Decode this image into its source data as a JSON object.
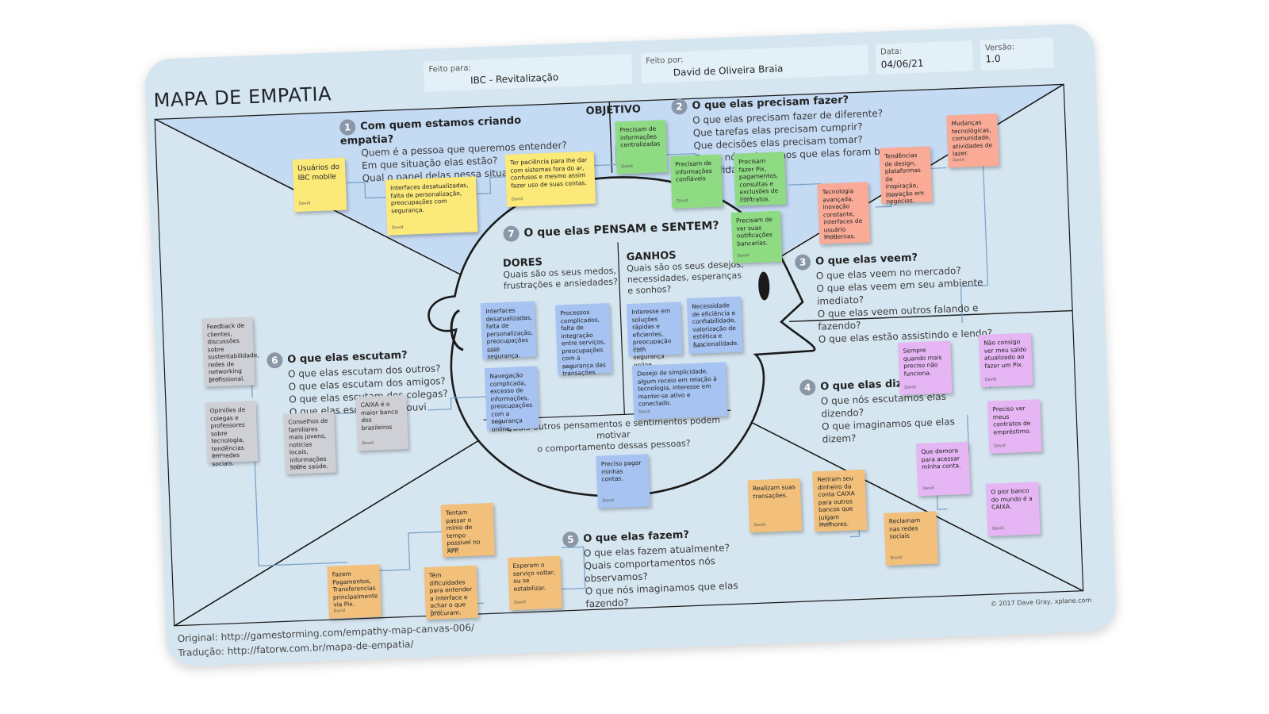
{
  "header": {
    "title": "MAPA DE EMPATIA",
    "feito_para_label": "Feito para:",
    "feito_para": "IBC - Revitalização",
    "feito_por_label": "Feito por:",
    "feito_por": "David de Oliveira Braia",
    "data_label": "Data:",
    "data": "04/06/21",
    "versao_label": "Versão:",
    "versao": "1.0"
  },
  "objetivo": "OBJETIVO",
  "sections": {
    "s1": {
      "num": "1",
      "title": "Com quem estamos criando empatia?",
      "lines": [
        "Quem é a pessoa que queremos entender?",
        "Em que situação elas estão?",
        "Qual o papel delas nessa situação?"
      ]
    },
    "s2": {
      "num": "2",
      "title": "O que elas precisam fazer?",
      "lines": [
        "O que elas precisam fazer de diferente?",
        "Que tarefas elas precisam cumprir?",
        "Que decisões elas precisam tomar?",
        "Como nós saberemos que elas foram bem sucedidas?"
      ]
    },
    "s3": {
      "num": "3",
      "title": "O que elas veem?",
      "lines": [
        "O que elas veem no mercado?",
        "O que elas veem em seu ambiente imediato?",
        "O que elas veem outros falando e fazendo?",
        "O que elas estão assistindo e lendo?"
      ]
    },
    "s4": {
      "num": "4",
      "title": "O que elas dizem?",
      "lines": [
        "O que nós escutamos elas dizendo?",
        "O que imaginamos que elas dizem?"
      ]
    },
    "s5": {
      "num": "5",
      "title": "O que elas fazem?",
      "lines": [
        "O que elas fazem atualmente?",
        "Quais comportamentos nós observamos?",
        "O que nós imaginamos que elas fazendo?"
      ]
    },
    "s6": {
      "num": "6",
      "title": "O que elas escutam?",
      "lines": [
        "O que elas escutam dos outros?",
        "O que elas escutam dos amigos?",
        "O que elas escutam dos colegas?",
        "O que elas escutam de \"ouvi dizer\"?"
      ]
    },
    "s7": {
      "num": "7",
      "title": "O que elas PENSAM e SENTEM?"
    },
    "dores": {
      "title": "DORES",
      "lines": [
        "Quais são os seus medos,",
        "frustrações e ansiedades?"
      ]
    },
    "ganhos": {
      "title": "GANHOS",
      "lines": [
        "Quais são os seus desejos,",
        "necessidades, esperanças",
        "e sonhos?"
      ]
    },
    "outros": {
      "lines": [
        "Quais outros pensamentos e sentimentos podem motivar",
        "o comportamento dessas pessoas?"
      ]
    }
  },
  "note_author": "David",
  "notes": {
    "y1": "Usuários do IBC mobile",
    "y2": "Interfaces desatualizadas, falta de personalização, preocupações com segurança.",
    "y3": "Ter paciência para lhe dar com sistemas fora do ar, confusos e mesmo assim fazer uso de suas contas.",
    "g1": "Precisam de informações centralizadas",
    "g2": "Precisam de informações confiáveis",
    "g3": "Precisam fazer Pix, pagamentos, consultas e exclusões de contratos.",
    "g4": "Precisam de ver suas notificações bancarias.",
    "r1": "Mudanças tecnológicas, comunidade, atividades de lazer.",
    "r2": "Tendências de design, plataformas de inspiração, inovação em negócios.",
    "r3": "Tecnologia avançada, inovação constante, interfaces de usuário modernas.",
    "b1": "Interfaces desatualizadas, falta de personalização, preocupações com segurança.",
    "b2": "Processos complicados, falta de integração entre serviços, preocupações com a segurança das transações.",
    "b3": "Interesse em soluções rápidas e eficientes, preocupação com segurança online.",
    "b4": "Necessidade de eficiência e confiabilidade, valorização de estética e funcionalidade.",
    "b5": "Navegação complicada, excesso de informações, preocupações com a segurança online.",
    "b6": "Desejo de simplicidade, algum receio em relação à tecnologia, interesse em manter-se ativo e conectado.",
    "b7": "Preciso pagar minhas contas.",
    "gr1": "Feedback de clientes, discussões sobre sustentabilidade, redes de networking profissional.",
    "gr2": "Opiniões de colegas e professores sobre tecnologia, tendências em redes sociais.",
    "gr3": "Conselhos de familiares mais jovens, notícias locais, informações sobre saúde.",
    "gr4": "CAIXA é o maior banco dos brasileiros",
    "p1": "Sempre quando mais preciso não funciona.",
    "p2": "Não consigo ver meu saldo atualizado ao fazer um Pix.",
    "p3": "Preciso ver meus contratos de empréstimo.",
    "p4": "Que demora para acessar minha conta.",
    "p5": "O pior banco do mundo é a CAIXA.",
    "o1": "Tentam passar o minio de tempo possível no APP.",
    "o2": "Fazem Pagamentos, Transferencias principalmente via Pix.",
    "o3": "Têm dificuldades para entender a interface e achar o que procuram.",
    "o4": "Esperam o serviço voltar, ou se estabilizar.",
    "o5": "Realizam suas transações.",
    "o6": "Retiram seu dinheiro da conta CAIXA para outros bancos que julgam melhores.",
    "o7": "Reclamam nas redes sociais"
  },
  "footer": {
    "copyright": "© 2017 Dave Gray, xplane.com",
    "original": "Original: http://gamestorming.com/empathy-map-canvas-006/",
    "traducao": "Tradução: http://fatorw.com.br/mapa-de-empatia/"
  },
  "colors": {
    "board": "#d6e6f1",
    "top_region": "#c5daf3",
    "yellow": "#fbe97a",
    "green": "#8fdb83",
    "salmon": "#f9ab97",
    "blue": "#a6c3f2",
    "gray": "#cfd0d5",
    "pink": "#e6b5f3",
    "orange": "#f2c07b"
  }
}
